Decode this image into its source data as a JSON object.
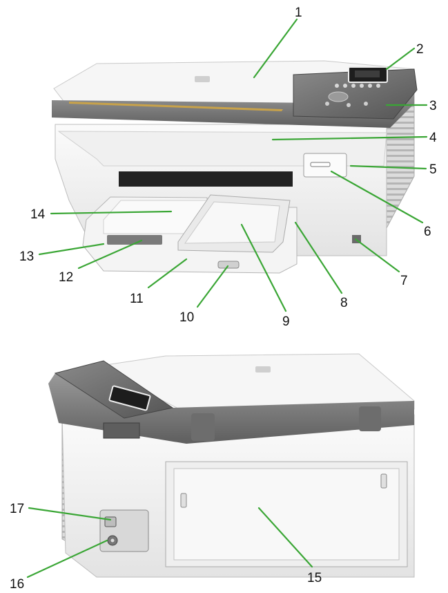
{
  "callouts": [
    "1",
    "2",
    "3",
    "4",
    "5",
    "6",
    "7",
    "8",
    "9",
    "10",
    "11",
    "12",
    "13",
    "14",
    "15",
    "16",
    "17"
  ],
  "colors": {
    "leader_line": "#3aa635",
    "body_light": "#f2f2f2",
    "body_shadow": "#d6d6d6",
    "control_panel": "#6f6f6f",
    "control_panel_dark": "#4a4a4a",
    "scanner_band": "#7a7a7a",
    "accent_strip": "#c8a24a",
    "display": "#1d1d1d"
  }
}
